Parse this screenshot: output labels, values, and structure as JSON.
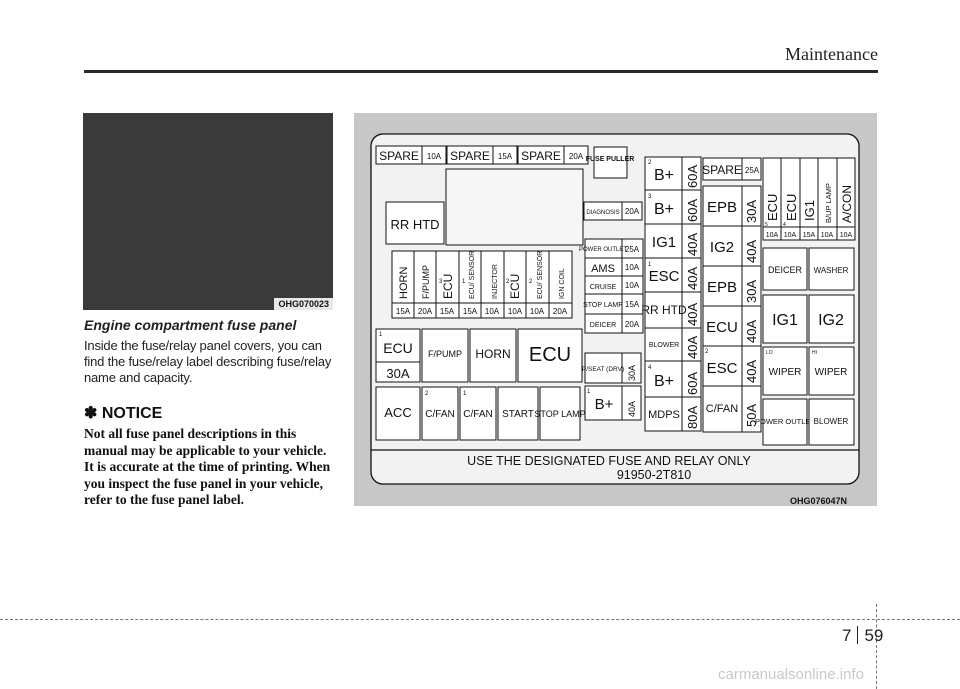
{
  "header": {
    "section": "Maintenance"
  },
  "left_figure": {
    "code": "OHG070023"
  },
  "caption": {
    "title": "Engine compartment fuse panel",
    "body": "Inside the fuse/relay panel covers, you can find the fuse/relay label describing fuse/relay name and capacity."
  },
  "notice": {
    "title": "✽ NOTICE",
    "body": "Not all fuse panel descriptions in this manual may be applicable to your vehicle. It is accurate at the time of printing. When you inspect the fuse panel in your vehicle, refer to the fuse panel label."
  },
  "fuse_panel": {
    "code": "OHG076047N",
    "footer_line1": "USE THE DESIGNATED FUSE AND RELAY ONLY",
    "footer_line2": "91950-2T810",
    "spares": [
      {
        "name": "SPARE",
        "amp": "10A"
      },
      {
        "name": "SPARE",
        "amp": "15A"
      },
      {
        "name": "SPARE",
        "amp": "20A"
      }
    ],
    "fuse_puller": "FUSE PULLER",
    "rr_htd": "RR HTD",
    "vertical_fuses": [
      {
        "name": "HORN",
        "amp": "15A"
      },
      {
        "name": "F/PUMP",
        "amp": "20A"
      },
      {
        "name": "ECU",
        "amp": "15A"
      },
      {
        "name": "ECU/ SENSOR",
        "amp": "15A"
      },
      {
        "name": "INJECTOR",
        "amp": "10A"
      },
      {
        "name": "ECU",
        "amp": "10A"
      },
      {
        "name": "ECU/ SENSOR",
        "amp": "10A"
      },
      {
        "name": "IGN COIL",
        "amp": "20A"
      }
    ],
    "vertical_numbers": [
      "3",
      "1",
      "2",
      "2"
    ],
    "diagnosis": {
      "name": "DIAGNOSIS",
      "amp": "20A"
    },
    "mid_fuses": [
      {
        "name": "POWER OUTLET",
        "amp": "25A"
      },
      {
        "name": "AMS",
        "amp": "10A"
      },
      {
        "name": "CRUISE",
        "amp": "10A"
      },
      {
        "name": "STOP LAMP",
        "amp": "15A"
      },
      {
        "name": "DEICER",
        "amp": "20A"
      }
    ],
    "relays_left": {
      "ecu": "ECU",
      "ecu_amp": "30A",
      "fpump": "F/PUMP",
      "horn": "HORN",
      "ecu_big": "ECU",
      "acc": "ACC",
      "cfan1": "C/FAN",
      "cfan2": "C/FAN",
      "start": "START",
      "stop_lamp": "STOP LAMP",
      "num1": "1",
      "num2": "2",
      "num3": "1"
    },
    "pseat": {
      "name": "P/SEAT (DRV)",
      "amp": "30A"
    },
    "bplus_small": {
      "name": "B+",
      "amp": "40A",
      "num": "1"
    },
    "big_column": [
      {
        "name": "B+",
        "amp": "60A",
        "num": "2"
      },
      {
        "name": "B+",
        "amp": "60A",
        "num": "3"
      },
      {
        "name": "IG1",
        "amp": "40A"
      },
      {
        "name": "ESC",
        "amp": "40A",
        "num": "1"
      },
      {
        "name": "RR HTD",
        "amp": "40A"
      },
      {
        "name": "BLOWER",
        "amp": "40A"
      },
      {
        "name": "B+",
        "amp": "60A",
        "num": "4"
      },
      {
        "name": "MDPS",
        "amp": "80A"
      }
    ],
    "right_column": [
      {
        "name": "SPARE",
        "amp": "25A"
      },
      {
        "name": "EPB",
        "amp": "30A"
      },
      {
        "name": "IG2",
        "amp": "40A"
      },
      {
        "name": "EPB",
        "amp": "30A"
      },
      {
        "name": "ECU",
        "amp": "40A"
      },
      {
        "name": "ESC",
        "amp": "40A",
        "num": "2"
      },
      {
        "name": "C/FAN",
        "amp": "50A"
      }
    ],
    "top_right_fuses": [
      {
        "name": "ECU",
        "amp": "10A",
        "num": "5"
      },
      {
        "name": "ECU",
        "amp": "10A",
        "num": "4"
      },
      {
        "name": "IG1",
        "amp": "15A"
      },
      {
        "name": "B/UP LAMP",
        "amp": "10A"
      },
      {
        "name": "A/CON",
        "amp": "10A"
      }
    ],
    "right_relays": {
      "deicer": "DEICER",
      "washer": "WASHER",
      "ig1": "IG1",
      "ig2": "IG2",
      "lo": "LO",
      "hi": "HI",
      "wiper1": "WIPER",
      "wiper2": "WIPER",
      "power_outlet": "POWER OUTLET",
      "blower": "BLOWER"
    }
  },
  "footer": {
    "chapter": "7",
    "page": "59",
    "watermark": "carmanualsonline.info"
  }
}
